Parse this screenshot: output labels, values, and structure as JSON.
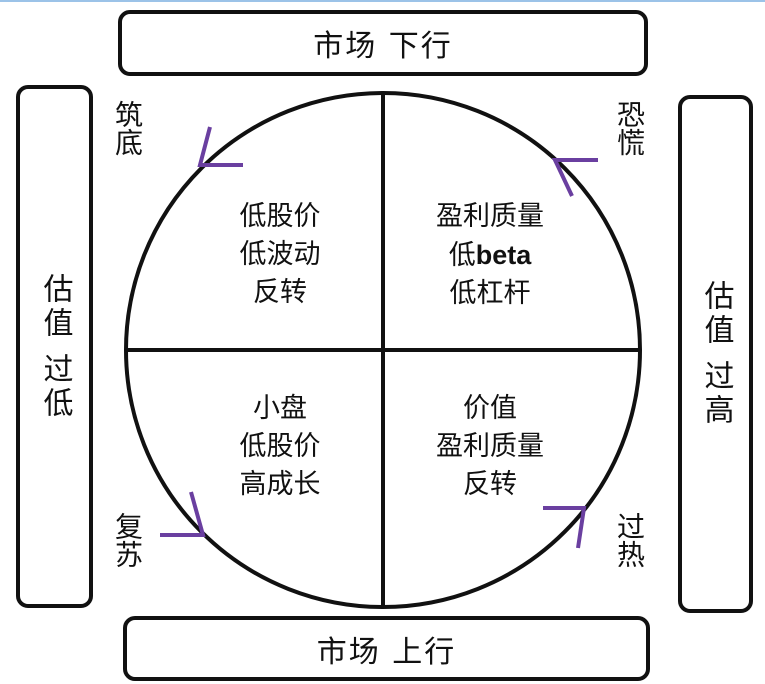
{
  "top_box": {
    "label": "市场 下行"
  },
  "bottom_box": {
    "label": "市场 上行"
  },
  "left_box": {
    "line1": "估值",
    "line2": "过低"
  },
  "right_box": {
    "line1": "估值",
    "line2": "过高"
  },
  "phase_labels": {
    "top_left": "筑底",
    "top_right": "恐慌",
    "bottom_left": "复苏",
    "bottom_right": "过热"
  },
  "quadrants": {
    "top_left": [
      "低股价",
      "低波动",
      "反转"
    ],
    "top_right": [
      "盈利质量",
      "低",
      "beta",
      "低杠杆"
    ],
    "bottom_left": [
      "小盘",
      "低股价",
      "高成长"
    ],
    "bottom_right": [
      "价值",
      "盈利质量",
      "反转"
    ]
  },
  "colors": {
    "arrow": "#6a3fa0",
    "stroke": "#111111"
  }
}
